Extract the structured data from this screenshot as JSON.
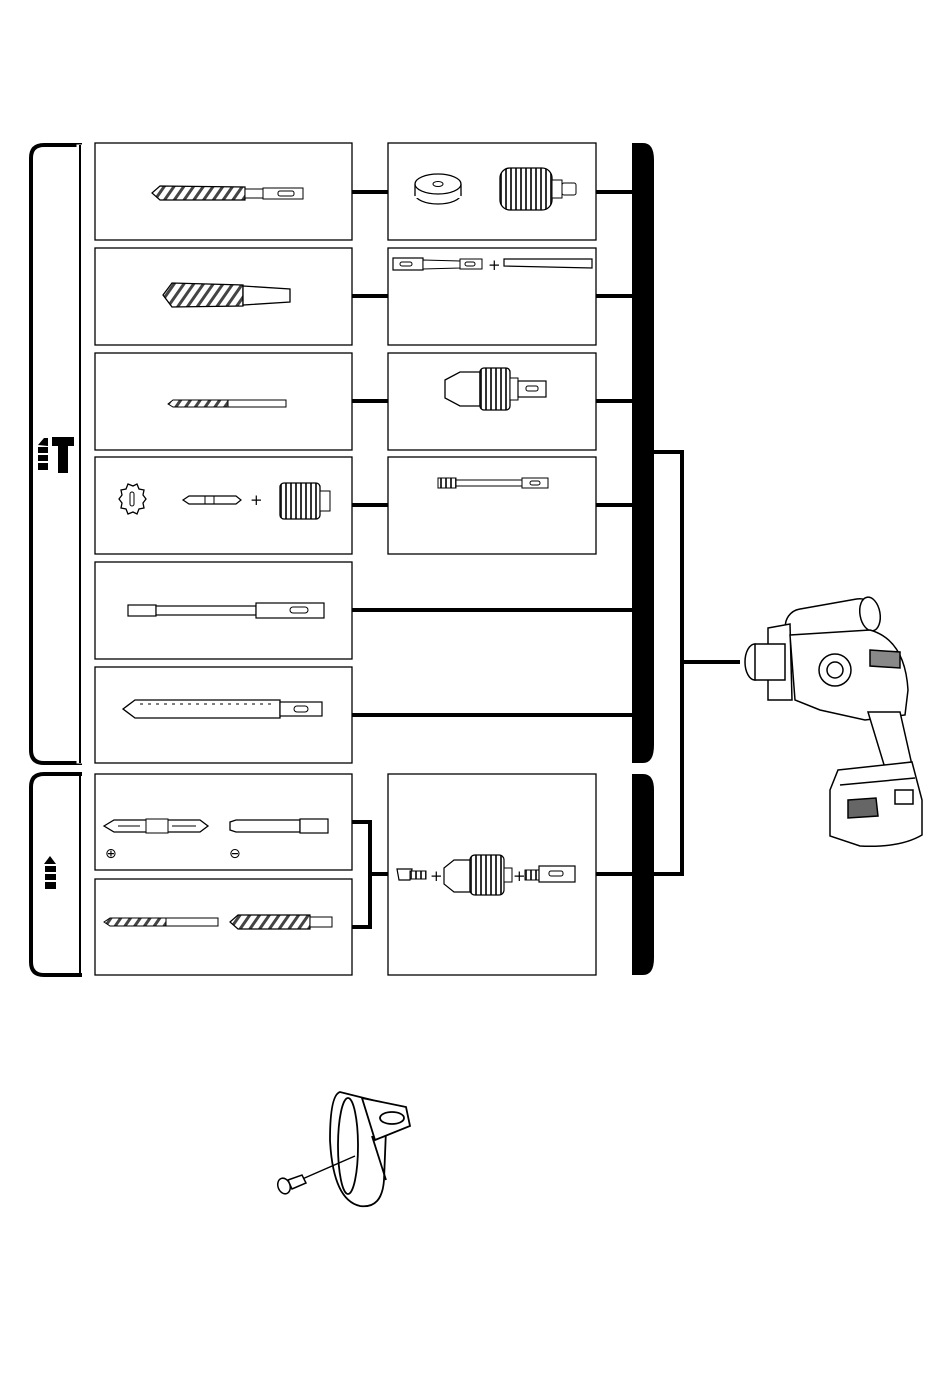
{
  "colors": {
    "ink": "#000000",
    "paper": "#ffffff",
    "hatch": "#555555",
    "tool_fill": "#f2f2f2"
  },
  "mode_groups": [
    {
      "mode": "rotation-with-hammering",
      "icon": "hammer-drill-mode-icon"
    },
    {
      "mode": "rotation-only",
      "icon": "drill-mode-icon"
    }
  ],
  "accessories": {
    "hammer_mode": [
      {
        "row": 1,
        "left": "sds-plus-drill-bit",
        "right": [
          "core-bit-center-plate",
          "core-bit"
        ]
      },
      {
        "row": 2,
        "left": "taper-shank-drill-bit",
        "right": [
          "taper-shank-adapter",
          "drift-key"
        ]
      },
      {
        "row": 3,
        "left": "small-drill-bit",
        "right": [
          "keyless-drill-chuck-sds"
        ]
      },
      {
        "row": 4,
        "left": [
          "diamond-core-plate",
          "center-pin",
          "diamond-core-bit"
        ],
        "right": [
          "core-bit-extension-adapter"
        ]
      },
      {
        "row": 5,
        "left": "bull-point"
      },
      {
        "row": 6,
        "left": "cold-chisel"
      }
    ],
    "rotation_mode": {
      "left": [
        [
          "phillips-bit",
          "slotted-bit"
        ],
        [
          "twist-drill-bit",
          "wood-auger-bit"
        ]
      ],
      "right": [
        "chuck-key",
        "drill-chuck",
        "chuck-adapter"
      ]
    }
  },
  "bit_symbols": {
    "phillips": "⊕",
    "slotted": "⊖"
  },
  "plus_sign": "+"
}
